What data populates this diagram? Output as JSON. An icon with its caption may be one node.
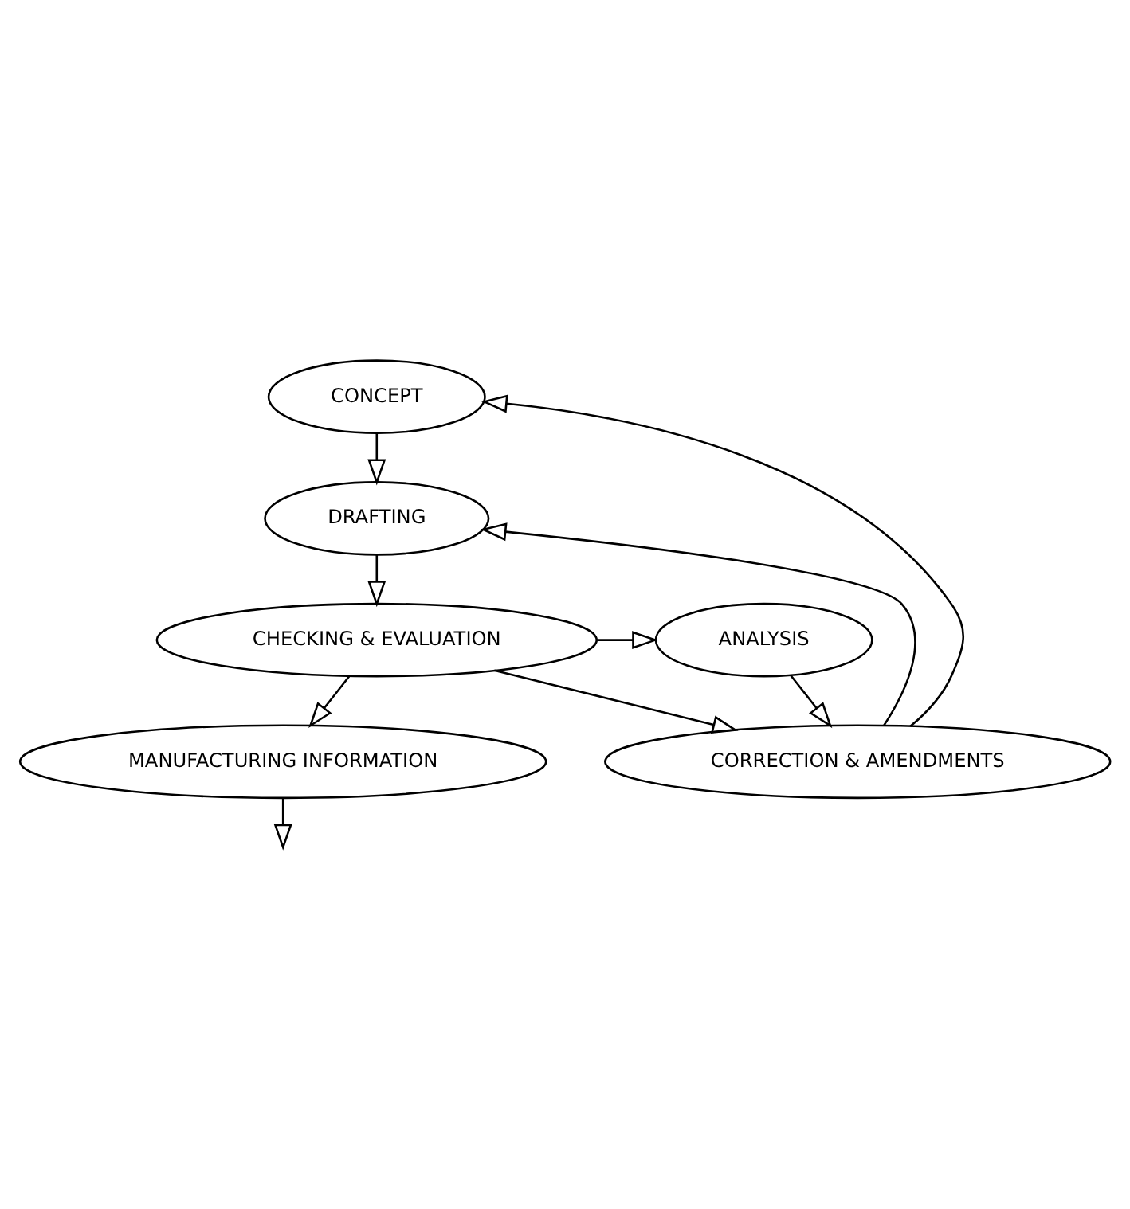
{
  "diagram": {
    "nodes": [
      {
        "text": [
          "CONCEPT"
        ]
      },
      {
        "text": [
          "DRAFTING"
        ]
      },
      {
        "text": [
          "CHECKING & EVALUATION"
        ]
      },
      {
        "text": [
          "MANUFACTURING INFORMATION"
        ]
      },
      {
        "text": [
          "CORRECTION & AMENDMENTS"
        ]
      },
      {
        "text": [
          "ANALYSIS"
        ]
      }
    ],
    "edges": [
      {
        "from": 0,
        "to": 1,
        "arrow": "to"
      },
      {
        "from": 1,
        "to": 2,
        "arrow": "to"
      },
      {
        "from": 2,
        "to": 3,
        "arrow": "to"
      },
      {
        "from": 3,
        "to": null,
        "arrow": "to"
      },
      {
        "from": 2,
        "to": 4,
        "arrow": "to"
      },
      {
        "from": 2,
        "to": 5,
        "arrow": "to"
      },
      {
        "from": 5,
        "to": 4,
        "arrow": "to"
      },
      {
        "from": 4,
        "to": 0,
        "arrow": "to"
      },
      {
        "from": 4,
        "to": 1,
        "arrow": "to"
      }
    ]
  }
}
